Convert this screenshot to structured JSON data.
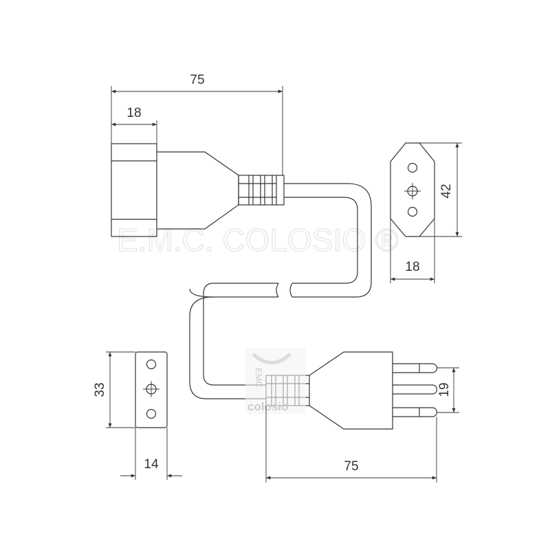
{
  "watermark": "E.M.C. COLOSIO ®",
  "logo": {
    "top": "EMC",
    "bottom": "colosio"
  },
  "dimensions": {
    "socket_length": "75",
    "socket_head_width": "18",
    "socket_face_height": "42",
    "socket_face_width": "18",
    "plug_face_height": "33",
    "plug_face_width": "14",
    "plug_length": "75",
    "pin_spacing": "19"
  },
  "colors": {
    "line": "#333333",
    "watermark": "#e4e4e4"
  }
}
